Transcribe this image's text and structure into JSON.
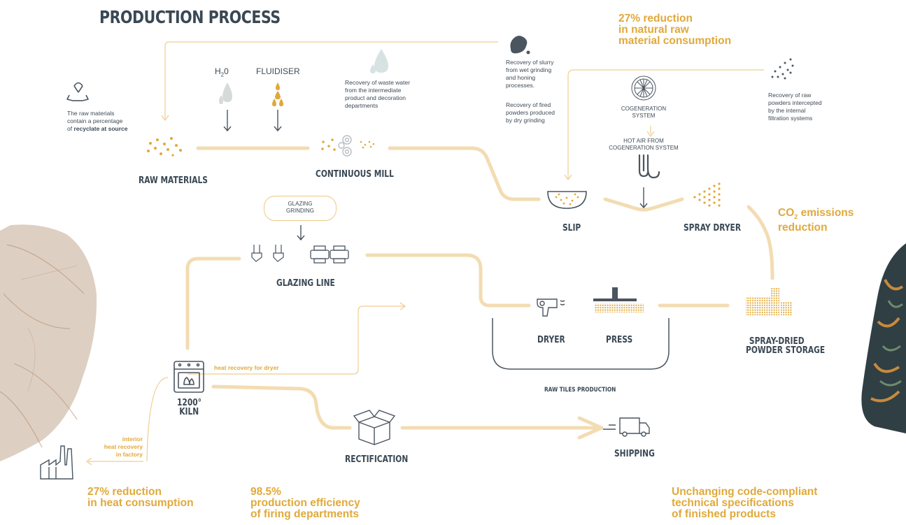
{
  "title": "PRODUCTION PROCESS",
  "stages": {
    "raw_materials": "RAW MATERIALS",
    "continuous_mill": "CONTINUOUS MILL",
    "slip": "SLIP",
    "spray_dryer": "SPRAY DRYER",
    "spray_dried_storage_1": "SPRAY-DRIED",
    "spray_dried_storage_2": "POWDER STORAGE",
    "glazing_line": "GLAZING LINE",
    "dryer": "DRYER",
    "press": "PRESS",
    "raw_tiles_production": "RAW TILES PRODUCTION",
    "kiln_temp": "1200°",
    "kiln": "KILN",
    "rectification": "RECTIFICATION",
    "shipping": "SHIPPING"
  },
  "inputs": {
    "h2o_h": "H",
    "h2o_sub": "2",
    "h2o_o": "0",
    "fluidiser": "FLUIDISER",
    "glazing_grinding_1": "GLAZING",
    "glazing_grinding_2": "GRINDING"
  },
  "notes": {
    "recyclate": [
      "The raw materials",
      "contain a percentage",
      "of "
    ],
    "recyclate_bold": "recyclate at source",
    "waste_water": [
      "Recovery of waste water",
      "from the intermediate",
      "product and decoration",
      "departments"
    ],
    "slurry": [
      "Recovery of slurry",
      "from wet grinding",
      "and honing",
      "processes."
    ],
    "fired_powders": [
      "Recovery of fired",
      "powders produced",
      "by dry grinding"
    ],
    "raw_powders": [
      "Recovery of raw",
      "powders intercepted",
      "by the internal",
      "filtration systems"
    ],
    "cogeneration": [
      "COGENERATION",
      "SYSTEM"
    ],
    "hot_air": [
      "HOT AIR FROM",
      "COGENERATION SYSTEM"
    ],
    "heat_recovery_dryer": "heat recovery for dryer",
    "interior_heat": [
      "interior",
      "heat recovery",
      "in factory"
    ]
  },
  "stats": {
    "raw_material_reduction": [
      "27% reduction",
      "in natural raw",
      "material consumption"
    ],
    "co2_1": "CO",
    "co2_sub": "2",
    "co2_2": " emissions",
    "co2_3": "reduction",
    "heat_reduction": [
      "27% reduction",
      "in heat consumption"
    ],
    "efficiency": [
      "98.5%",
      "production efficiency",
      "of firing departments"
    ],
    "specs": [
      "Unchanging code-compliant",
      "technical specifications",
      "of finished products"
    ]
  },
  "colors": {
    "flow": "#f3dcb2",
    "accent": "#e0a93b",
    "text": "#3a4854",
    "line": "#4a5560"
  }
}
